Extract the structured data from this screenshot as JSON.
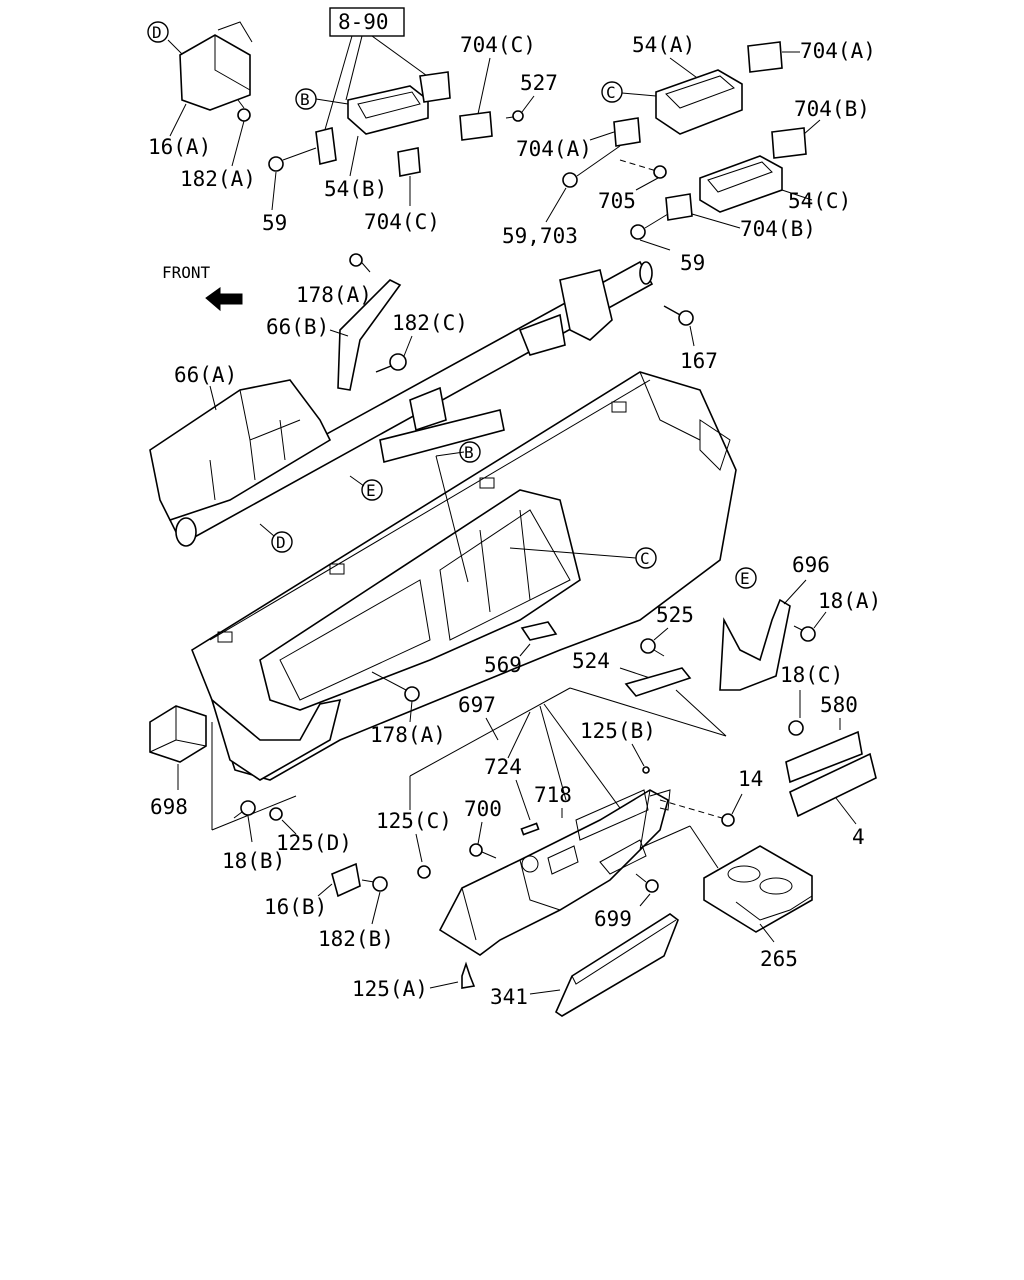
{
  "diagram": {
    "front_label": "FRONT",
    "ref_box": "8-90",
    "circle_refs": [
      "D",
      "B",
      "C",
      "E"
    ],
    "labels": {
      "l16A": "16(A)",
      "l182A": "182(A)",
      "l59a": "59",
      "l54B": "54(B)",
      "l704Ca": "704(C)",
      "l704Cb": "704(C)",
      "l527": "527",
      "l54A": "54(A)",
      "l704Aa": "704(A)",
      "l704Ab": "704(A)",
      "l704Ba": "704(B)",
      "l705": "705",
      "l59_703": "59,703",
      "l54C": "54(C)",
      "l704Bb": "704(B)",
      "l59b": "59",
      "l178Aa": "178(A)",
      "l66B": "66(B)",
      "l182C": "182(C)",
      "l167": "167",
      "l66A": "66(A)",
      "l696": "696",
      "l18A": "18(A)",
      "l525": "525",
      "l569": "569",
      "l524": "524",
      "l18C": "18(C)",
      "l580": "580",
      "l697": "697",
      "l178Ab": "178(A)",
      "l125B": "125(B)",
      "l724": "724",
      "l718": "718",
      "l14": "14",
      "l698": "698",
      "l125C": "125(C)",
      "l700": "700",
      "l4": "4",
      "l125D": "125(D)",
      "l18B": "18(B)",
      "l16B": "16(B)",
      "l699": "699",
      "l182B": "182(B)",
      "l265": "265",
      "l125A": "125(A)",
      "l341": "341"
    }
  }
}
